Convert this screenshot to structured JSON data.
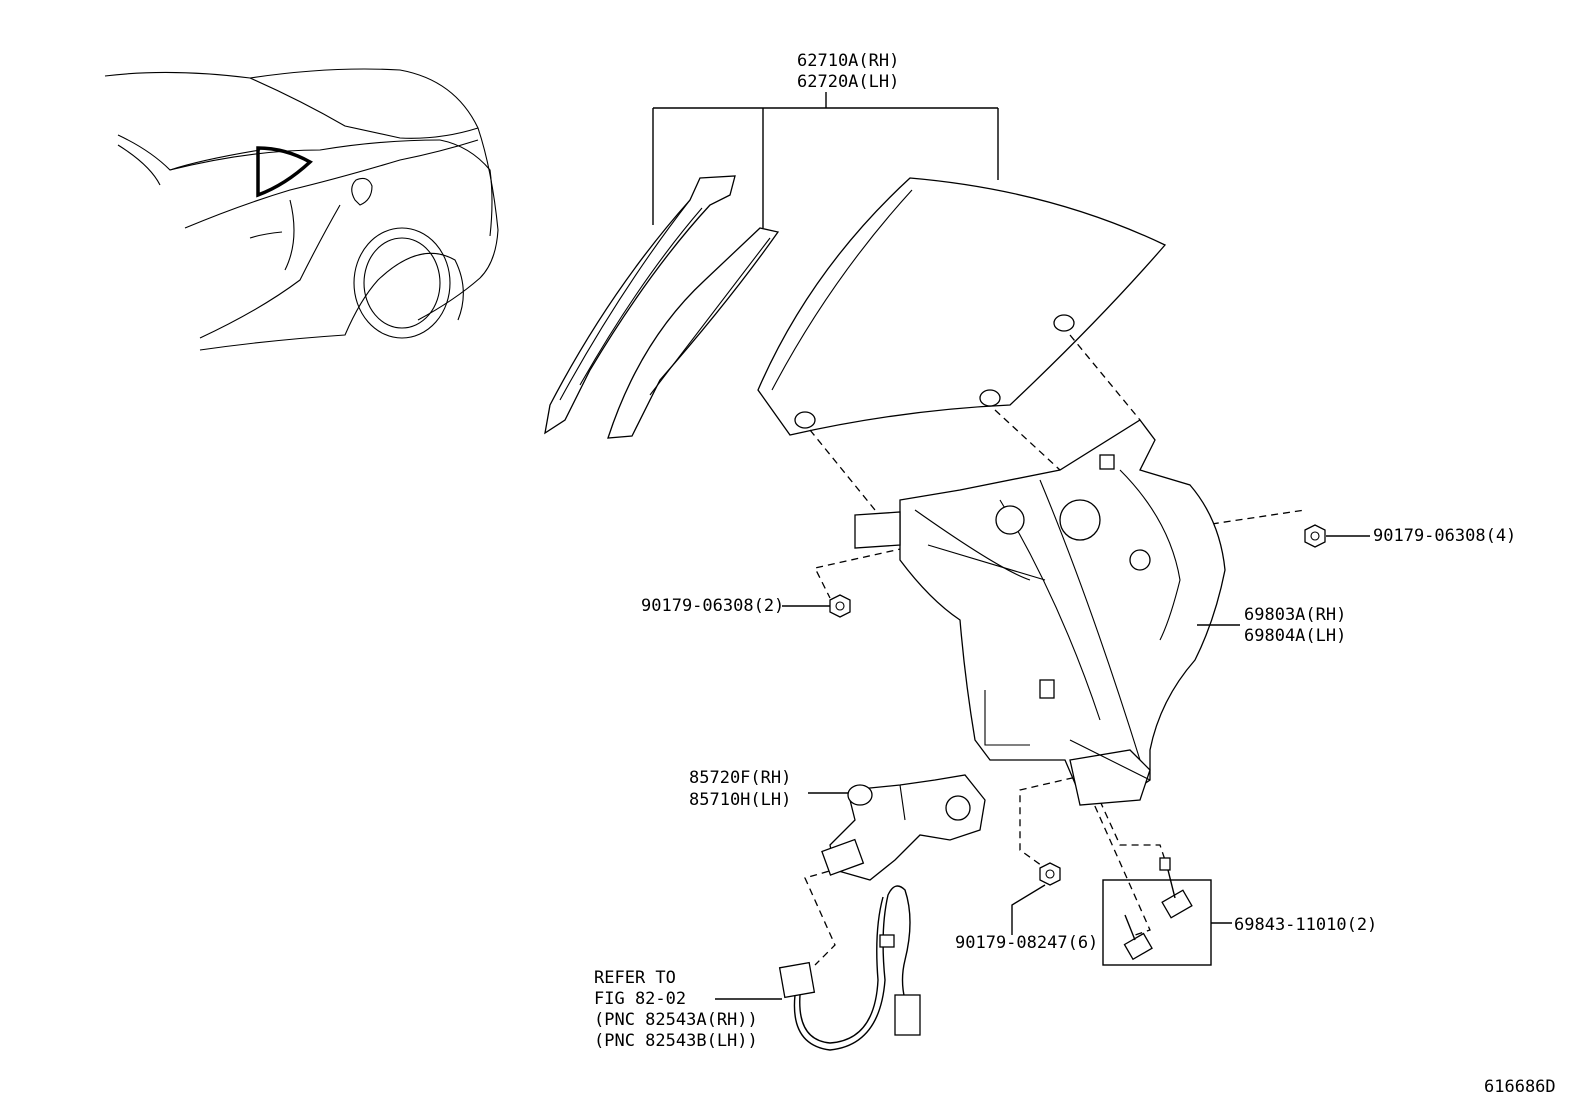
{
  "labels": {
    "glass_rh": "62710A(RH)",
    "glass_lh": "62720A(LH)",
    "nut_right": "90179-06308(4)",
    "nut_left": "90179-06308(2)",
    "regulator_rh": "69803A(RH)",
    "regulator_lh": "69804A(LH)",
    "motor_rh": "85720F(RH)",
    "motor_lh": "85710H(LH)",
    "nut_bottom": "90179-08247(6)",
    "bolt": "69843-11010(2)",
    "refer_1": "REFER TO",
    "refer_2": "FIG 82-02",
    "refer_3": "(PNC 82543A(RH))",
    "refer_4": "(PNC 82543B(LH))",
    "figure_id": "616686D"
  }
}
